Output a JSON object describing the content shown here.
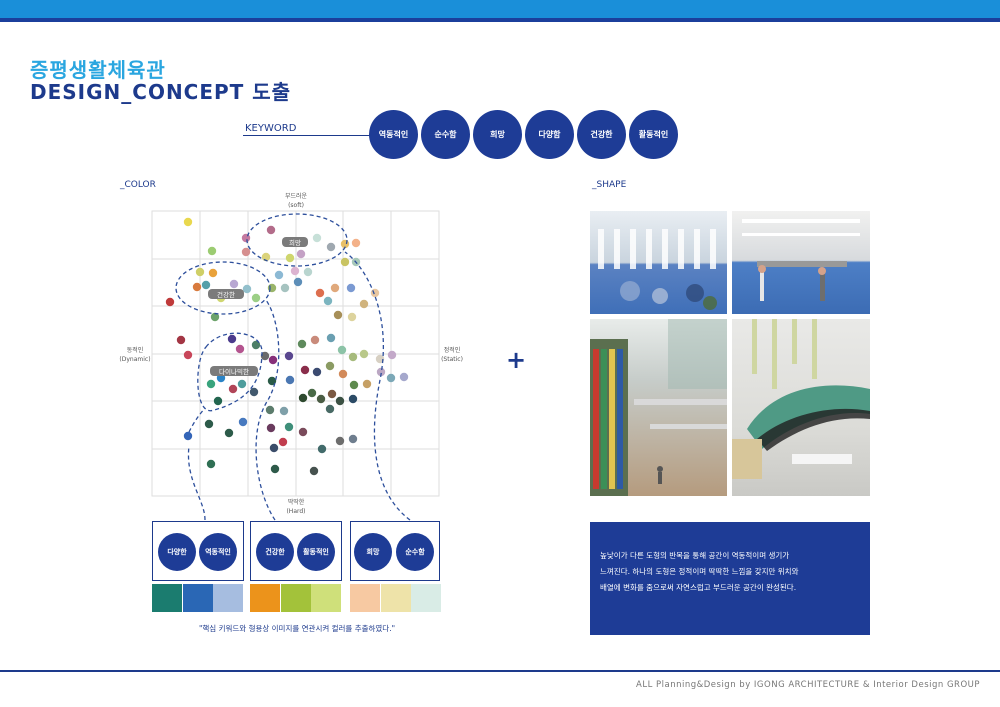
{
  "header": {
    "title_ko": "증평생활체육관",
    "title_en": "DESIGN_CONCEPT 도출"
  },
  "keyword": {
    "label": "KEYWORD",
    "items": [
      "역동적인",
      "순수함",
      "희망",
      "다양함",
      "건강한",
      "활동적인"
    ]
  },
  "color_section": {
    "label": "_COLOR",
    "axis_top": "부드러운",
    "axis_top_en": "(soft)",
    "axis_bottom": "딱딱한",
    "axis_bottom_en": "(Hard)",
    "axis_left": "동적인",
    "axis_left_en": "(Dynamic)",
    "axis_right": "정적인",
    "axis_right_en": "(Static)",
    "cluster_labels": [
      "희망",
      "건강한",
      "다이나믹한"
    ],
    "groups": [
      {
        "items": [
          "다양한",
          "역동적인"
        ],
        "swatches": [
          "#1b7c6f",
          "#2a67b5",
          "#a6bde0"
        ]
      },
      {
        "items": [
          "건강한",
          "활동적인"
        ],
        "swatches": [
          "#ec931b",
          "#a3c23a",
          "#cfe07a"
        ]
      },
      {
        "items": [
          "희망",
          "순수함"
        ],
        "swatches": [
          "#f7c9a2",
          "#eee3a9",
          "#d9ece6"
        ]
      }
    ],
    "caption": "\"핵심 키워드와 형용상 이미지를 연관시켜 컬러를 추출하였다.\""
  },
  "shape_section": {
    "label": "_SHAPE",
    "plus": "+",
    "description": [
      "높낮이가 다른 도형의 반복을 통해 공간이 역동적이며 생기가",
      "느껴진다. 하나의 도형은 정적이며 딱딱한 느낌을 갖지만 위치와",
      "배열에 변화를 줌으로써 자연스럽고 부드러운 공간이 완성된다."
    ]
  },
  "footer": {
    "text": "ALL Planning&Design by IGONG ARCHITECTURE & Interior Design GROUP"
  }
}
